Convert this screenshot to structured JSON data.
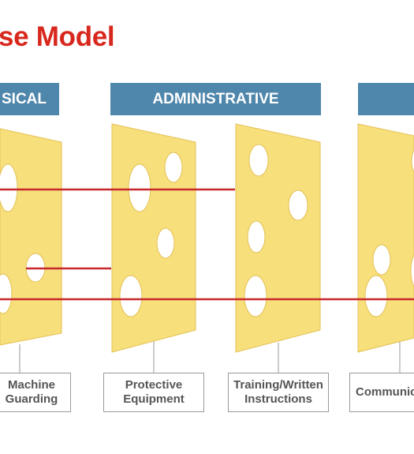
{
  "title": "se Model",
  "headers": {
    "physical": "SICAL",
    "administrative": "ADMINISTRATIVE",
    "third": ""
  },
  "boxes": [
    "Machine\nGuarding",
    "Protective\nEquipment",
    "Training/Written\nInstructions",
    "Communica"
  ],
  "colors": {
    "title": "#d8281e",
    "header_bg": "#4f86ab",
    "cheese_fill": "#f7df7c",
    "cheese_edge": "#e3c155",
    "hole_fill": "#ffffff",
    "line": "#c8282b",
    "connector": "#9a9a9a"
  }
}
